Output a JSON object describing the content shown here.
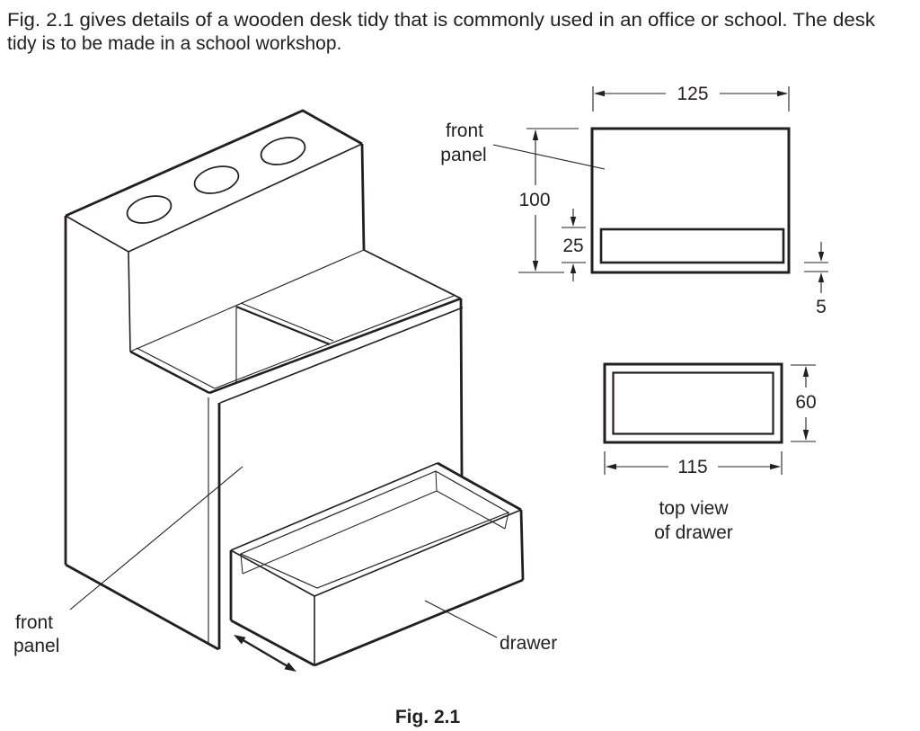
{
  "colors": {
    "ink": "#231f20",
    "background": "#ffffff"
  },
  "header": {
    "line1": "Fig. 2.1 gives details of a wooden desk tidy that is commonly used in an office or school. The desk",
    "line2": "tidy is to be made in a school workshop."
  },
  "figure_caption": "Fig. 2.1",
  "isometric_view": {
    "front_panel_label": {
      "line1": "front",
      "line2": "panel"
    },
    "drawer_label": "drawer"
  },
  "front_panel_view": {
    "label": {
      "line1": "front",
      "line2": "panel"
    },
    "width_dim": "125",
    "height_dim": "100",
    "opening_height_dim": "25",
    "bottom_rail_dim": "5"
  },
  "drawer_top_view": {
    "caption": {
      "line1": "top view",
      "line2": "of drawer"
    },
    "width_dim": "115",
    "depth_dim": "60"
  }
}
